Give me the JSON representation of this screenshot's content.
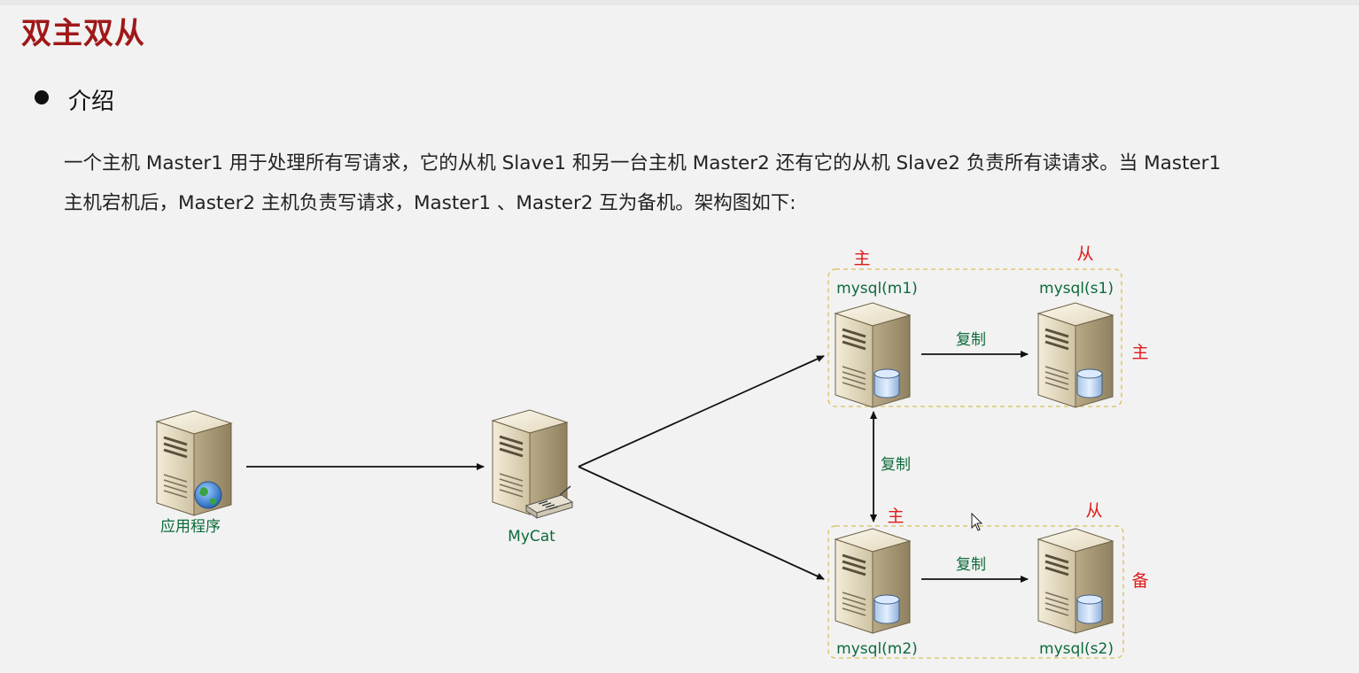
{
  "header": {
    "title": "双主双从"
  },
  "section": {
    "bullet": "介绍"
  },
  "intro": {
    "line1": "一个主机 Master1 用于处理所有写请求，它的从机 Slave1 和另一台主机 Master2 还有它的从机 Slave2 负责所有读请求。当 Master1",
    "line2": "主机宕机后，Master2 主机负责写请求，Master1 、Master2 互为备机。架构图如下:"
  },
  "diagram": {
    "app": {
      "label": "应用程序"
    },
    "mycat": {
      "label": "MyCat"
    },
    "m1": {
      "label": "mysql(m1)",
      "role": "主"
    },
    "s1": {
      "label": "mysql(s1)",
      "role": "从"
    },
    "m2": {
      "label": "mysql(m2)",
      "role": "主"
    },
    "s2": {
      "label": "mysql(s2)",
      "role": "从"
    },
    "group1_role": "主",
    "group2_role": "备",
    "replicate_top": "复制",
    "replicate_middle": "复制",
    "replicate_bottom": "复制"
  },
  "colors": {
    "title": "#a01818",
    "node_label": "#0c6a3a",
    "role": "#e01a1a",
    "group_border": "#d9c05a"
  }
}
